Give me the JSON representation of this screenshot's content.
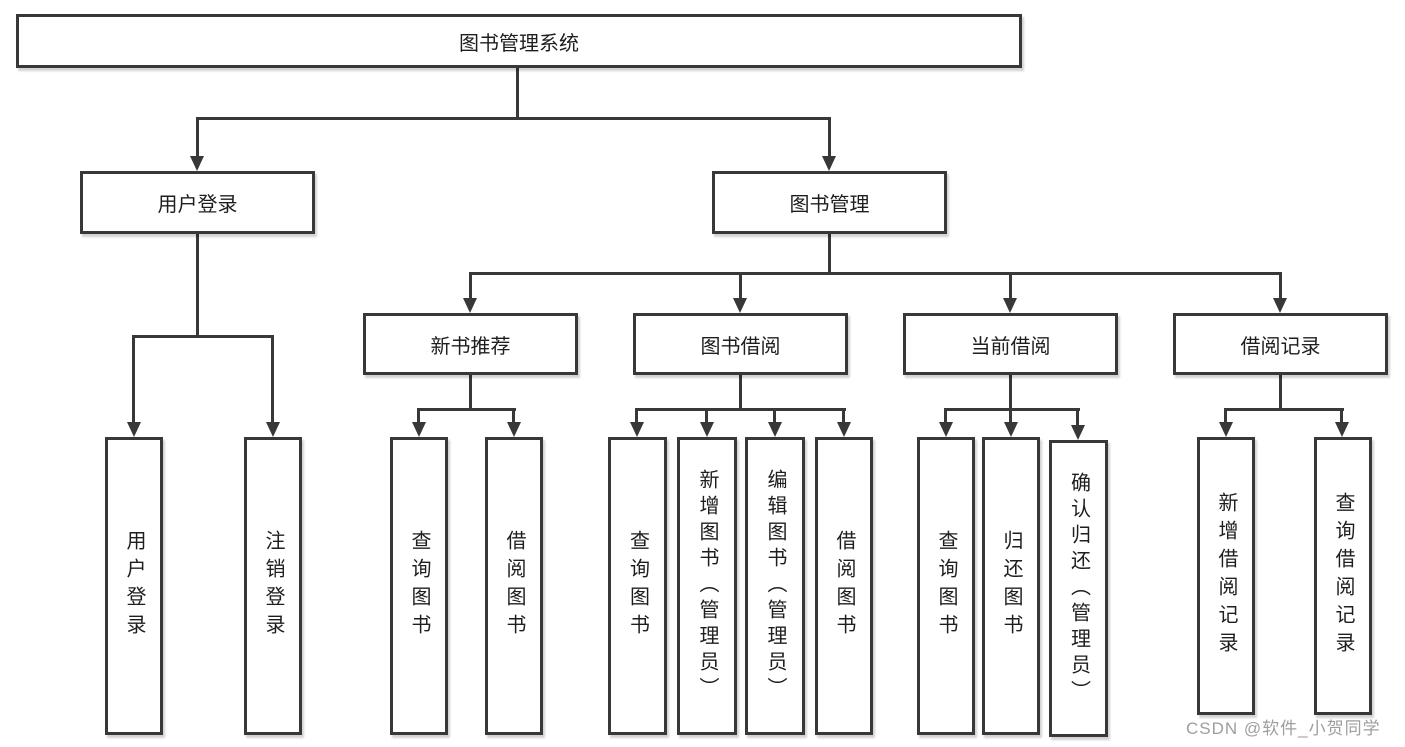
{
  "diagram": {
    "root": "图书管理系统",
    "level2": {
      "user_login": "用户登录",
      "book_management": "图书管理"
    },
    "level3": {
      "new_book_recommend": "新书推荐",
      "book_borrow": "图书借阅",
      "current_borrow": "当前借阅",
      "borrow_records": "借阅记录"
    },
    "leaves": {
      "login": [
        "用户登录",
        "注销登录"
      ],
      "recommend": [
        "查询图书",
        "借阅图书"
      ],
      "borrow": [
        "查询图书",
        "新增图书（管理员）",
        "编辑图书（管理员）",
        "借阅图书"
      ],
      "current": [
        "查询图书",
        "归还图书",
        "确认归还（管理员）"
      ],
      "records": [
        "新增借阅记录",
        "查询借阅记录"
      ]
    },
    "colors": {
      "line": "#383838",
      "box_border": "#383838",
      "background": "#ffffff",
      "watermark": "#9e9e9e"
    },
    "watermark": "CSDN @软件_小贺同学"
  }
}
